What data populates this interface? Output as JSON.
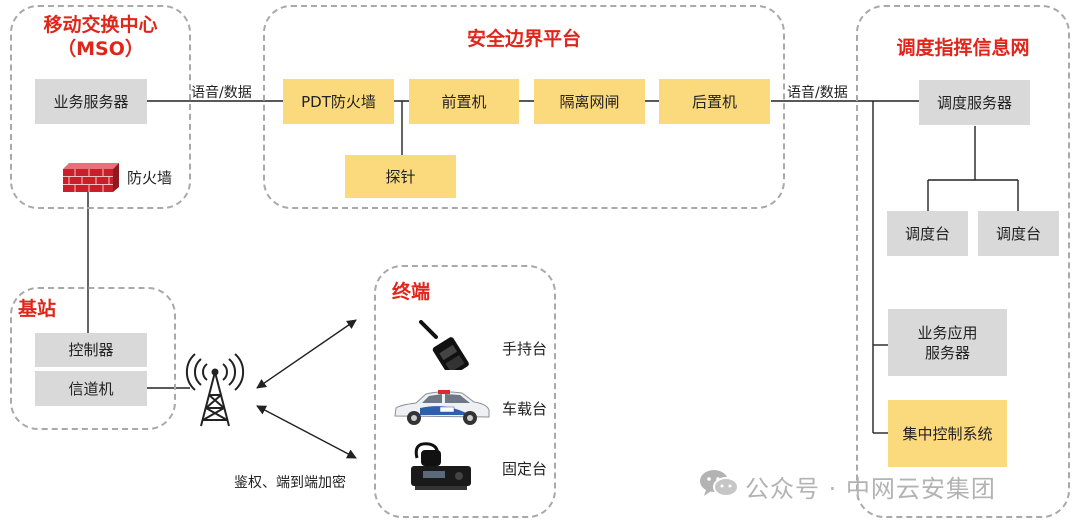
{
  "mso": {
    "title_line1": "移动交换中心",
    "title_line2": "（MSO）",
    "business_server": "业务服务器",
    "firewall": "防火墙"
  },
  "security": {
    "title": "安全边界平台",
    "pdt_firewall": "PDT防火墙",
    "front_machine": "前置机",
    "isolation_gate": "隔离网闸",
    "rear_machine": "后置机",
    "probe": "探针"
  },
  "dispatch": {
    "title": "调度指挥信息网",
    "dispatch_server": "调度服务器",
    "console_1": "调度台",
    "console_2": "调度台",
    "app_server_line1": "业务应用",
    "app_server_line2": "服务器",
    "central_control": "集中控制系统"
  },
  "base_station": {
    "title": "基站",
    "controller": "控制器",
    "channel_machine": "信道机"
  },
  "terminal": {
    "title": "终端",
    "handheld": "手持台",
    "vehicle": "车载台",
    "fixed": "固定台"
  },
  "links": {
    "voice_data_left": "语音/数据",
    "voice_data_right": "语音/数据",
    "auth_encryption": "鉴权、端到端加密"
  },
  "watermark": {
    "dot": "·",
    "text": "公众号 · 中网云安集团"
  },
  "colors": {
    "title_red": "#e0261b",
    "box_gray": "#d9d9d9",
    "box_yellow": "#fbd97d",
    "firewall_red": "#c8202a"
  }
}
